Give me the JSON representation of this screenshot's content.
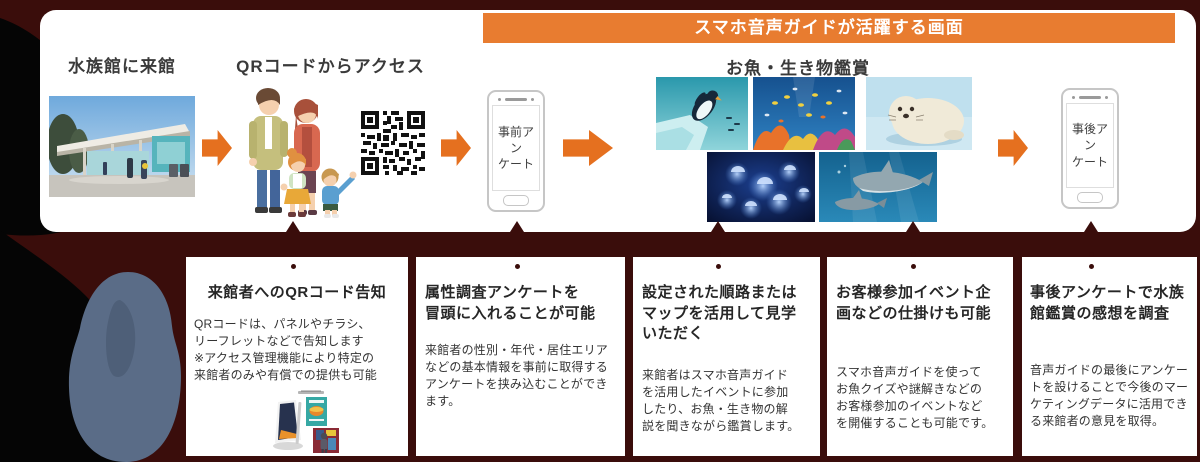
{
  "banner": {
    "label": "スマホ音声ガイドが活躍する画面",
    "bg_color": "#e87c30"
  },
  "colors": {
    "background_maroon": "#3a0d0b",
    "accent_orange": "#e5701f",
    "panel_white": "#ffffff",
    "silhouette_blue": "#5a6c87"
  },
  "flow": {
    "steps": [
      {
        "label": "水族館に来館"
      },
      {
        "label": "QRコードからアクセス"
      },
      {
        "label": "事前アン\nケート"
      },
      {
        "label": "お魚・生き物鑑賞"
      },
      {
        "label": "事後アン\nケート"
      }
    ]
  },
  "images": {
    "aquarium_entrance": "aquarium-entrance-photo",
    "family": "family-visitors-illustration",
    "qr_code": "qr-code",
    "penguin": "penguin-tank-photo",
    "coral_fish": "coral-reef-fish-photo",
    "seal": "seal-photo",
    "jellyfish": "jellyfish-tank-photo",
    "sharks": "shark-tank-photo",
    "signboard": "qr-promo-signboard-illustration"
  },
  "boxes": [
    {
      "title": "来館者へのQRコード告知",
      "body": "QRコードは、パネルやチラシ、\nリーフレットなどで告知します\n※アクセス管理機能により特定の\n来館者のみや有償での提供も可能"
    },
    {
      "title": "属性調査アンケートを\n冒頭に入れることが可能",
      "body": "来館者の性別・年代・居住エリア\nなどの基本情報を事前に取得する\nアンケートを挟み込むことができ\nます。"
    },
    {
      "title": "設定された順路または\nマップを活用して見学\nいただく",
      "body": "来館者はスマホ音声ガイド\nを活用したイベントに参加\nしたり、お魚・生き物の解\n説を聞きながら鑑賞します。"
    },
    {
      "title": "お客様参加イベント企\n画などの仕掛けも可能",
      "body": "スマホ音声ガイドを使って\nお魚クイズや謎解きなどの\nお客様参加のイベントなど\nを開催することも可能です。"
    },
    {
      "title": "事後アンケートで水族\n館鑑賞の感想を調査",
      "body": "音声ガイドの最後にアンケー\nトを設けることで今後のマー\nケティングデータに活用でき\nる来館者の意見を取得。"
    }
  ]
}
